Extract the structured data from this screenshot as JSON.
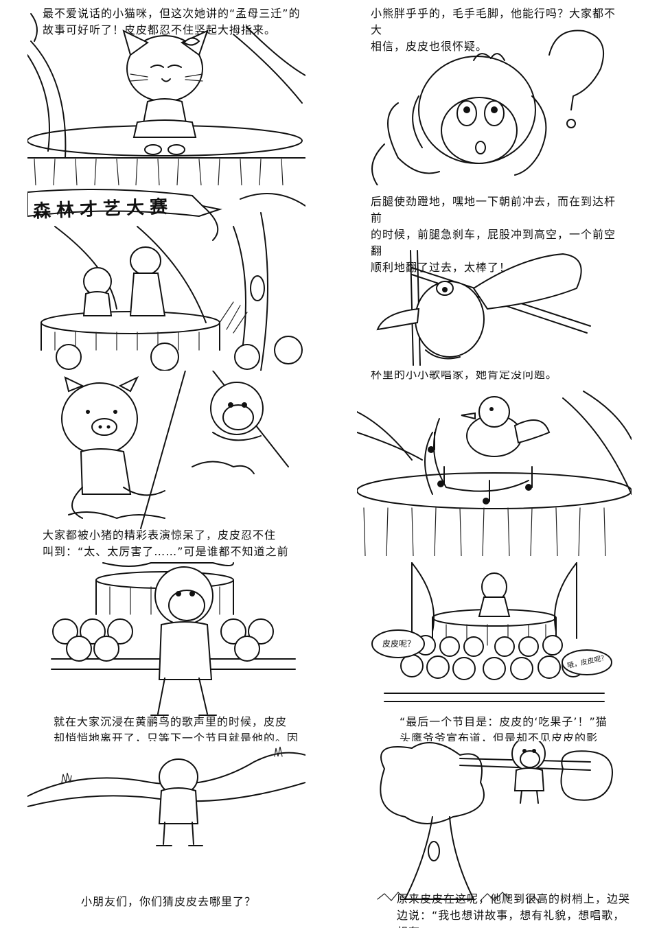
{
  "panels": [
    {
      "id": "p1",
      "caption": "最不爱说话的小猫咪，但这次她讲的“孟母三迁”的\n故事可好听了！皮皮都忍不住竖起大拇指来。"
    },
    {
      "id": "p2",
      "caption": "小熊胖乎乎的，毛手毛脚，他能行吗？大家都不大\n相信，皮皮也很怀疑。"
    },
    {
      "id": "p3",
      "banner": "森林才艺大赛"
    },
    {
      "id": "p4",
      "caption": "后腿使劲蹬地，嘿地一下朝前冲去，而在到达杆前\n的时候，前腿急刹车，屁股冲到高空，一个前空翻\n顺利地翻了过去，太棒了！"
    },
    {
      "id": "p5",
      "caption": "大家都被小猪的精彩表演惊呆了，皮皮忍不住\n叫到：“太、太厉害了……”可是谁都不知道之前"
    },
    {
      "id": "p6",
      "caption": "杯里的小小歌唱家，她肯定没问题。"
    },
    {
      "id": "p7",
      "caption": "就在大家沉浸在黄鹂鸟的歌声里的时候，皮皮\n却悄悄地离开了，只等下一个节目就是他的。因为"
    },
    {
      "id": "p8",
      "bubble_left": "皮皮呢？",
      "bubble_right": "哦，皮皮呢？",
      "caption": "“最后一个节目是：皮皮的‘吃果子’！”猫\n头鹰爷爷宣布道，但是却不见皮皮的影子。“皮皮"
    },
    {
      "id": "p9",
      "caption": "小朋友们，你们猜皮皮去哪里了？"
    },
    {
      "id": "p10",
      "caption": "原来皮皮在这呢，他爬到很高的树梢上，边哭\n边说：“我也想讲故事，想有礼貌，想唱歌，想有"
    }
  ]
}
